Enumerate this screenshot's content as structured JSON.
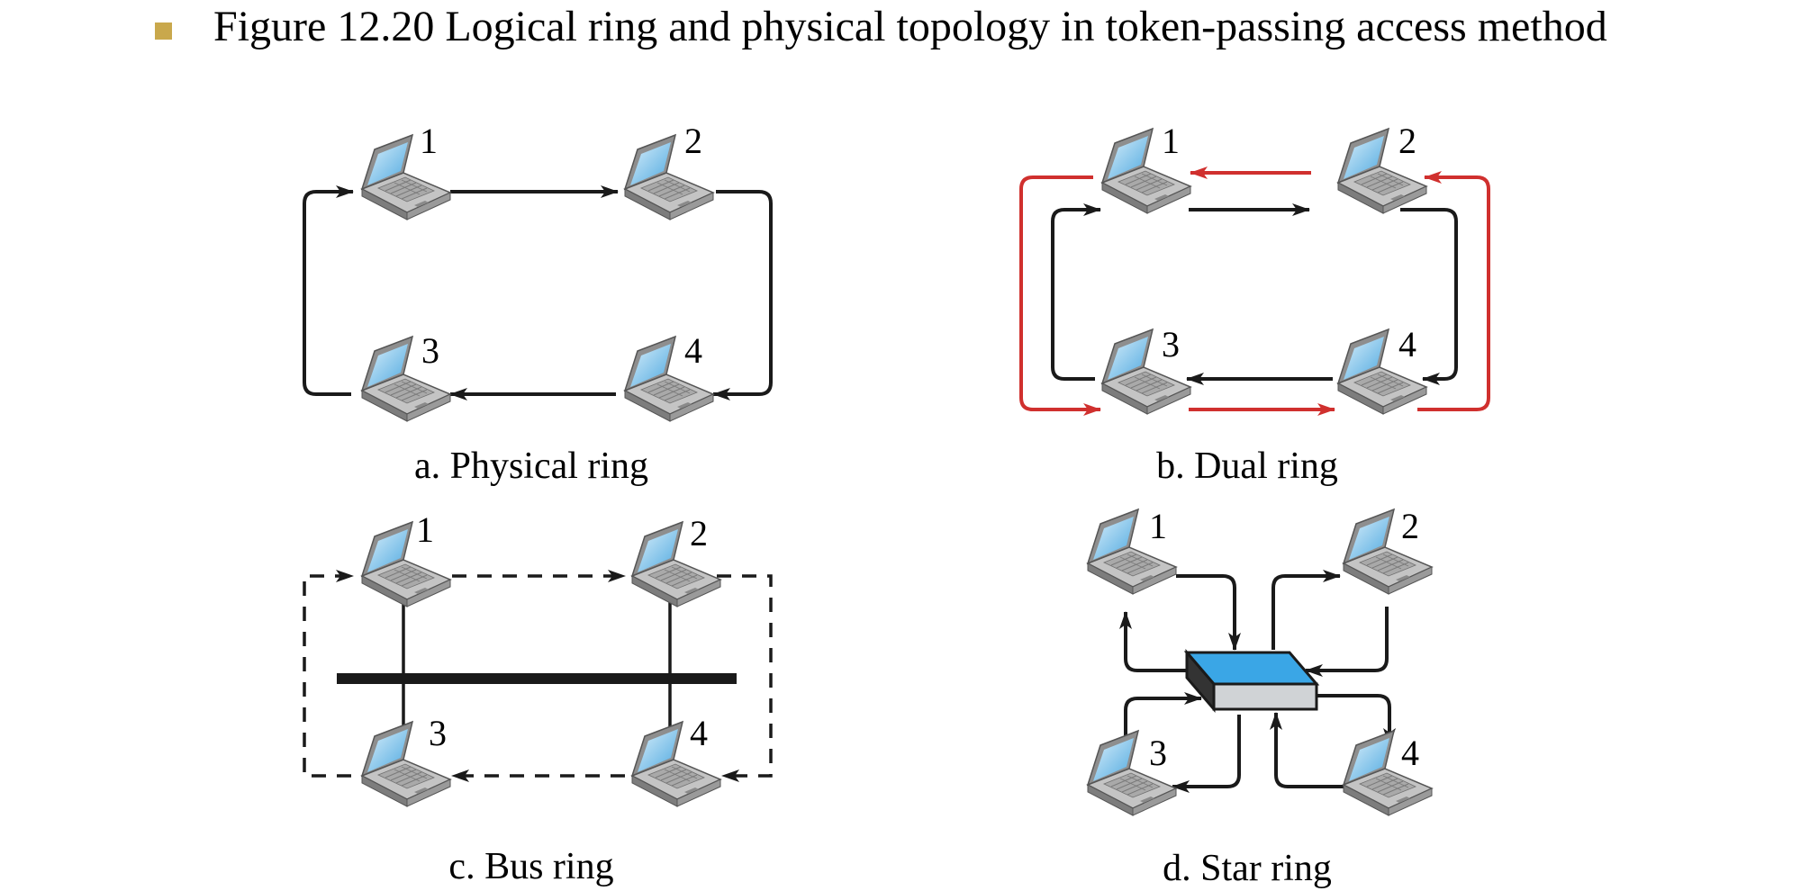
{
  "title": "Figure 12.20  Logical ring and physical topology in token-passing access method",
  "colors": {
    "bullet": "#c9a84c",
    "black_path": "#1a1a1a",
    "red_path": "#d0302e",
    "hub_top": "#3aa6e6",
    "hub_front": "#d0d3d6",
    "screen": "#7cc4ee"
  },
  "panels": [
    {
      "caption": "a. Physical ring",
      "stations": [
        "1",
        "2",
        "3",
        "4"
      ]
    },
    {
      "caption": "b. Dual ring",
      "stations": [
        "1",
        "2",
        "3",
        "4"
      ]
    },
    {
      "caption": "c. Bus ring",
      "stations": [
        "1",
        "2",
        "3",
        "4"
      ]
    },
    {
      "caption": "d. Star ring",
      "stations": [
        "1",
        "2",
        "3",
        "4"
      ]
    }
  ]
}
